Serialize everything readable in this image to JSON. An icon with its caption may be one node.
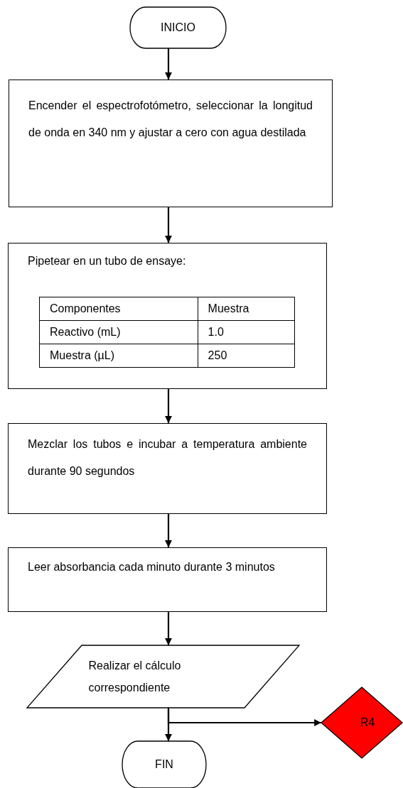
{
  "diagram": {
    "nodes": [
      {
        "text": [
          "INICIO"
        ]
      },
      {
        "text": [
          "Encender el espectrofotómetro, seleccionar la longitud de onda en 340 nm y ajustar a cero con agua destilada"
        ]
      },
      {
        "text": [
          "Pipetear en un tubo de ensaye:"
        ]
      },
      {
        "text": [
          "Mezclar los tubos e incubar a temperatura ambiente durante 90 segundos"
        ]
      },
      {
        "text": [
          "Leer absorbancia cada minuto durante 3 minutos"
        ]
      },
      {
        "text": [
          "Realizar el cálculo correspondiente"
        ]
      },
      {
        "text": [
          "FIN"
        ]
      },
      {
        "text": [
          "R4"
        ]
      }
    ],
    "edges": [
      {
        "from": 0,
        "to": 1,
        "arrow": "to"
      },
      {
        "from": 1,
        "to": 2,
        "arrow": "to"
      },
      {
        "from": 2,
        "to": 3,
        "arrow": "to"
      },
      {
        "from": 3,
        "to": 4,
        "arrow": "to"
      },
      {
        "from": 4,
        "to": 5,
        "arrow": "to"
      },
      {
        "from": 5,
        "to": 6,
        "arrow": "to"
      },
      {
        "from": 5,
        "to": 7,
        "arrow": "to"
      }
    ],
    "labels": [
      "Componentes",
      "Muestra",
      "Reactivo (mL)",
      "1.0",
      "Muestra (µL)",
      "250"
    ]
  }
}
